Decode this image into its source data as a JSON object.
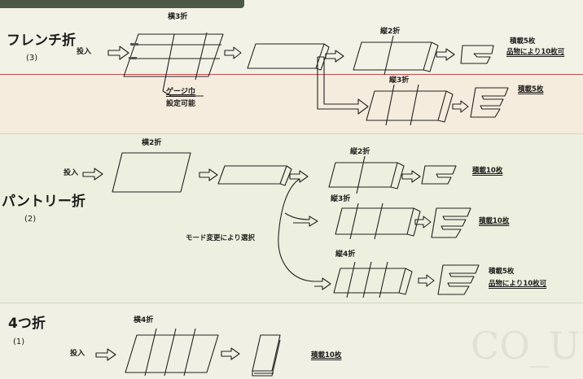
{
  "sections": {
    "french": {
      "title": "フレンチ折",
      "number": "(3)",
      "input": "投入",
      "fold_horizontal3": "横3折",
      "gauge_line1": "ゲージ巾",
      "gauge_line2": "設定可能",
      "fold_vertical2": "縦2折",
      "stack_line1": "積載5枚",
      "stack_line2": "品物により10枚可",
      "fold_vertical3": "縦3折",
      "stack_5": "積載5枚"
    },
    "pantry": {
      "title": "パントリー折",
      "number": "(2)",
      "input": "投入",
      "fold_horizontal2": "横2折",
      "fold_vertical2": "縦2折",
      "stack_10a": "積載10枚",
      "fold_vertical3": "縦3折",
      "mode_note": "モード変更により選択",
      "stack_10b": "積載10枚",
      "fold_vertical4": "縦4折",
      "stack_line1": "積載5枚",
      "stack_line2": "品物により10枚可"
    },
    "quarter": {
      "title": "4つ折",
      "number": "(1)",
      "input": "投入",
      "fold_horizontal4": "横4折",
      "stack_10": "積載10枚"
    }
  }
}
